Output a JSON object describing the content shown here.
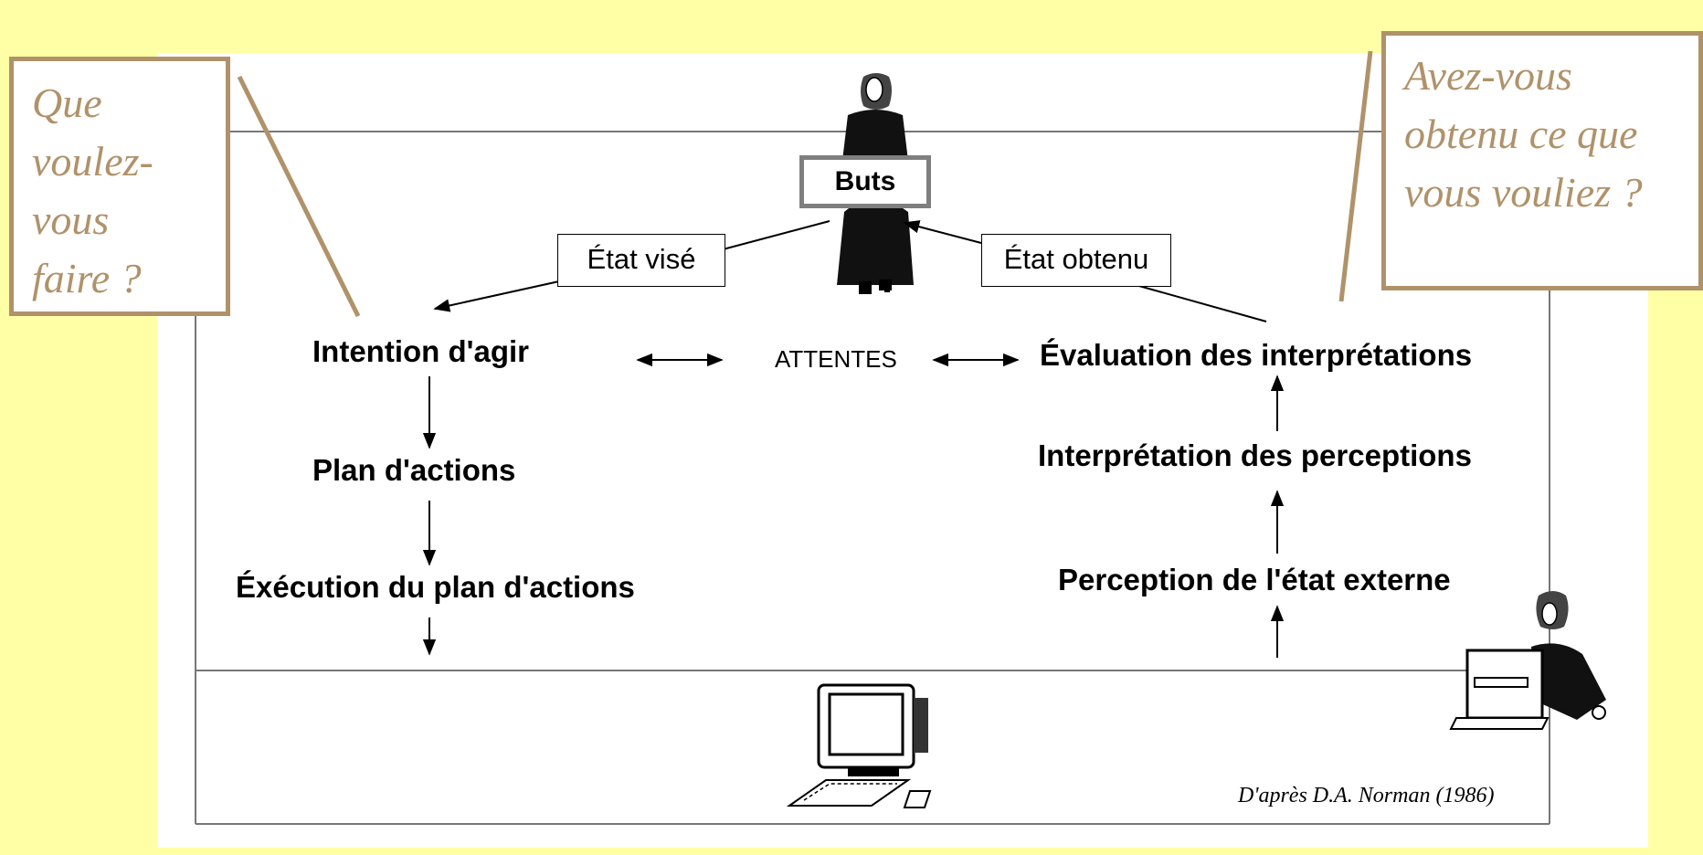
{
  "goals": "Buts",
  "target_state": "État visé",
  "obtained_state": "État obtenu",
  "expectations": "ATTENTES",
  "execution_side": {
    "intention": "Intention d'agir",
    "plan": "Plan d'actions",
    "execution": "Éxécution du plan d'actions"
  },
  "evaluation_side": {
    "evaluation": "Évaluation des interprétations",
    "interpretation": "Interprétation des perceptions",
    "perception": "Perception de l'état externe"
  },
  "callout_left": [
    "Que",
    "voulez-",
    "vous",
    "faire ?"
  ],
  "callout_right": [
    "Avez-vous",
    "obtenu ce que",
    "vous vouliez ?"
  ],
  "credit": "D'après D.A. Norman (1986)",
  "colors": {
    "background": "#ffffa6",
    "callout": "#b0926a",
    "goals_border": "#7f7f7f"
  }
}
